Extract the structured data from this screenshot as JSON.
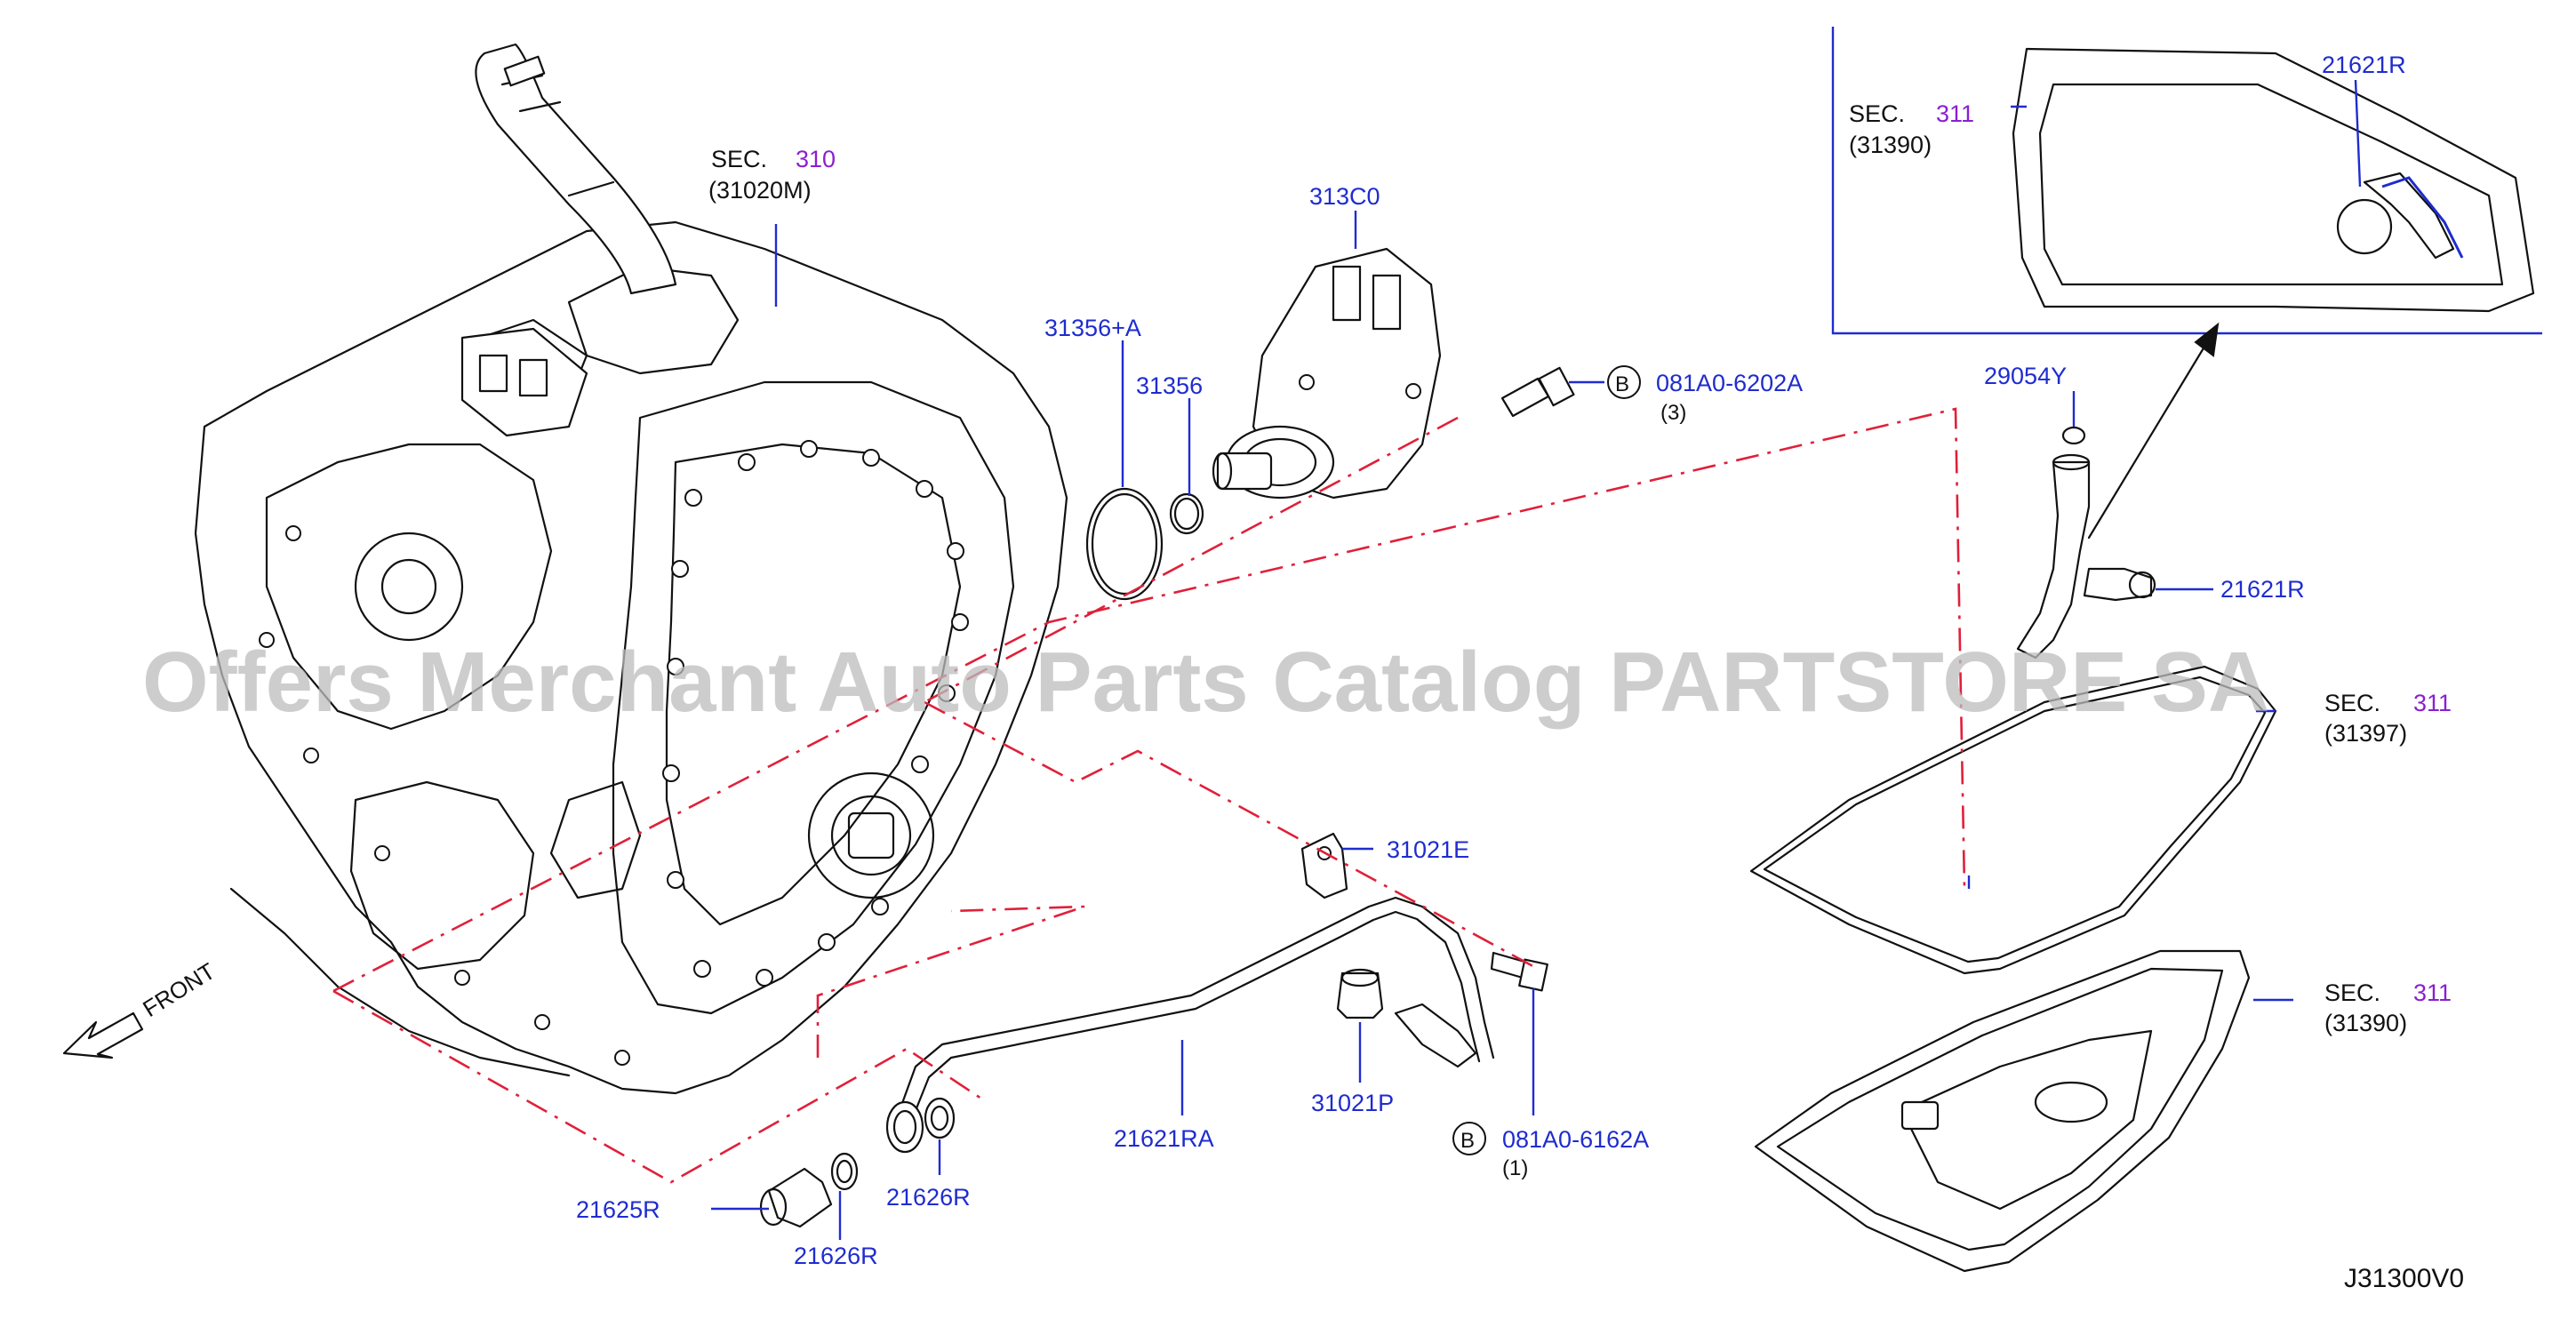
{
  "diagram": {
    "code": "J31300V0",
    "watermark": "Offers Merchant Auto Parts Catalog PARTSTORE SA",
    "front_label": "FRONT",
    "colors": {
      "part_number": "#1f2ccf",
      "section_number": "#8a1fd0",
      "ref_line": "#e0203a",
      "linework": "#111111"
    }
  },
  "sections": [
    {
      "id": "sec-310",
      "prefix": "SEC.",
      "number": "310",
      "ref": "(31020M)"
    },
    {
      "id": "sec-311-top",
      "prefix": "SEC.",
      "number": "311",
      "ref": "(31390)"
    },
    {
      "id": "sec-311-gasket",
      "prefix": "SEC.",
      "number": "311",
      "ref": "(31397)"
    },
    {
      "id": "sec-311-pan",
      "prefix": "SEC.",
      "number": "311",
      "ref": "(31390)"
    }
  ],
  "parts": [
    {
      "id": "313C0",
      "label": "313C0"
    },
    {
      "id": "31356+A",
      "label": "31356+A"
    },
    {
      "id": "31356",
      "label": "31356"
    },
    {
      "id": "081A0-6202A",
      "label": "081A0-6202A",
      "badge": "B",
      "qty": "(3)"
    },
    {
      "id": "21621R-inset",
      "label": "21621R"
    },
    {
      "id": "29054Y",
      "label": "29054Y"
    },
    {
      "id": "21621R",
      "label": "21621R"
    },
    {
      "id": "31021E",
      "label": "31021E"
    },
    {
      "id": "21621RA",
      "label": "21621RA"
    },
    {
      "id": "31021P",
      "label": "31021P"
    },
    {
      "id": "081A0-6162A",
      "label": "081A0-6162A",
      "badge": "B",
      "qty": "(1)"
    },
    {
      "id": "21625R",
      "label": "21625R"
    },
    {
      "id": "21626R-a",
      "label": "21626R"
    },
    {
      "id": "21626R-b",
      "label": "21626R"
    }
  ]
}
